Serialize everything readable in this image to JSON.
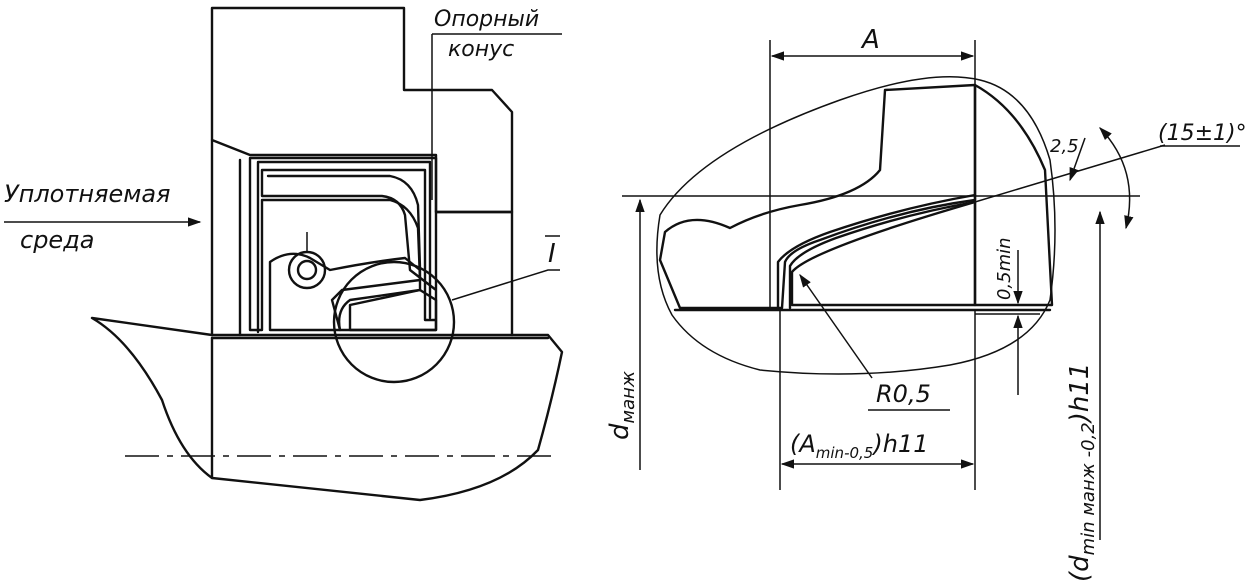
{
  "left_view": {
    "label_support_cone_line1": "Опорный",
    "label_support_cone_line2": "конус",
    "label_sealed_medium_line1": "Уплотняемая",
    "label_sealed_medium_line2": "среда",
    "detail_marker": "I"
  },
  "right_view": {
    "dim_A": "A",
    "dim_chamfer": "2,5",
    "dim_angle": "(15±1)°",
    "dim_min_thickness": "0,5min",
    "dim_radius": "R0,5",
    "dim_A_tolerance_main": "(A",
    "dim_A_tolerance_sub": "min-0,5",
    "dim_A_tolerance_tail": ")h11",
    "dim_cuff_diameter_main": "d",
    "dim_cuff_diameter_sub": "манж",
    "dim_d_tolerance_main": "(d",
    "dim_d_tolerance_sub": "min манж -0,2",
    "dim_d_tolerance_tail": ")h11"
  }
}
